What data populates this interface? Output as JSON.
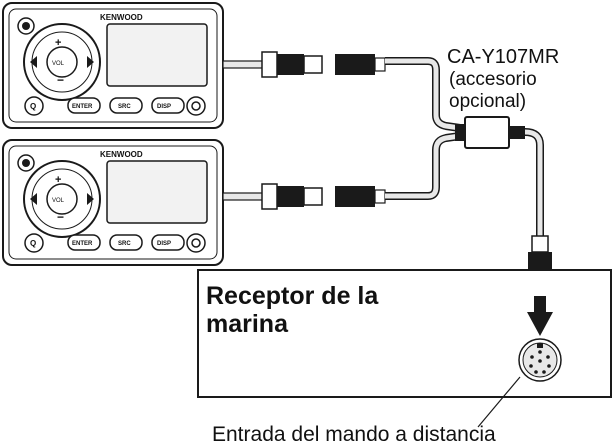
{
  "remotes": [
    {
      "brand": "KENWOOD",
      "buttons": [
        "Q",
        "ENTER",
        "SRC",
        "DISP"
      ],
      "vol_label": "VOL"
    },
    {
      "brand": "KENWOOD",
      "buttons": [
        "Q",
        "ENTER",
        "SRC",
        "DISP"
      ],
      "vol_label": "VOL"
    }
  ],
  "adapter_label": {
    "model": "CA-Y107MR",
    "note_line1": "(accesorio",
    "note_line2": "opcional)"
  },
  "receiver_label": {
    "line1": "Receptor de la",
    "line2": "marina"
  },
  "input_label": "Entrada del mando a distancia",
  "colors": {
    "line": "#1a1a1a",
    "panel_fill": "#ffffff",
    "display_fill": "#f2f2f2",
    "cable_fill": "#e8e8e8",
    "connector_dark": "#1a1a1a"
  }
}
